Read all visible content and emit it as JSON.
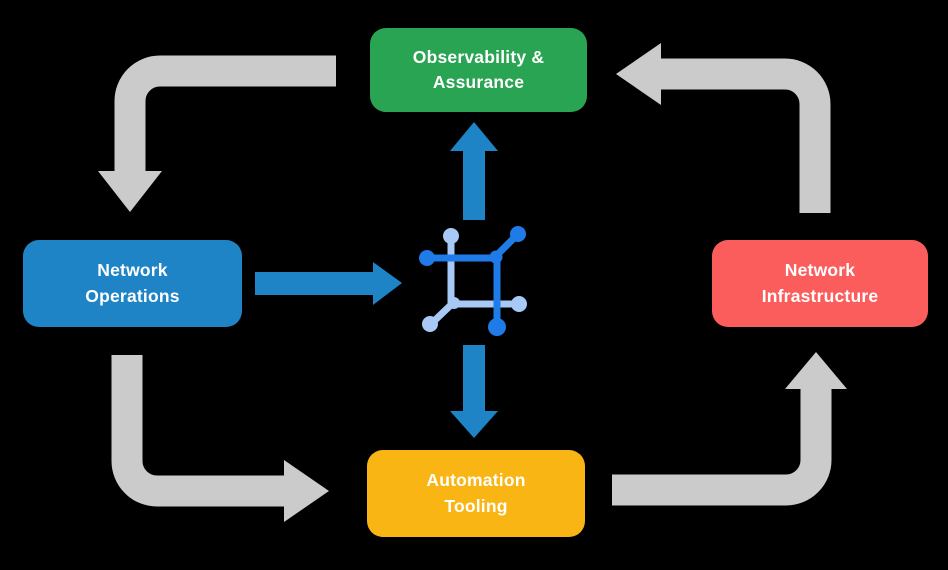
{
  "diagram": {
    "background_color": "#000000",
    "nodes": [
      {
        "id": "observability",
        "label": "Observability &\nAssurance",
        "color": "#28a452"
      },
      {
        "id": "operations",
        "label": "Network\nOperations",
        "color": "#1e84c6"
      },
      {
        "id": "infrastructure",
        "label": "Network\nInfrastructure",
        "color": "#fb5d5c"
      },
      {
        "id": "automation",
        "label": "Automation\nTooling",
        "color": "#f9b513"
      }
    ],
    "cycle_arrows": [
      {
        "id": "observability-to-operations",
        "color": "#cbcbcb"
      },
      {
        "id": "operations-to-automation",
        "color": "#cbcbcb"
      },
      {
        "id": "automation-to-infrastructure",
        "color": "#cbcbcb"
      },
      {
        "id": "infrastructure-to-observability",
        "color": "#cbcbcb"
      }
    ],
    "flow_arrows": [
      {
        "id": "operations-to-hub",
        "color": "#1e84c6"
      },
      {
        "id": "hub-to-observability",
        "color": "#1e84c6"
      },
      {
        "id": "hub-to-automation",
        "color": "#1e84c6"
      }
    ],
    "hub_icon": {
      "name": "network-mesh-icon",
      "dark_color": "#1f7be8",
      "light_color": "#a8c8f6"
    }
  }
}
